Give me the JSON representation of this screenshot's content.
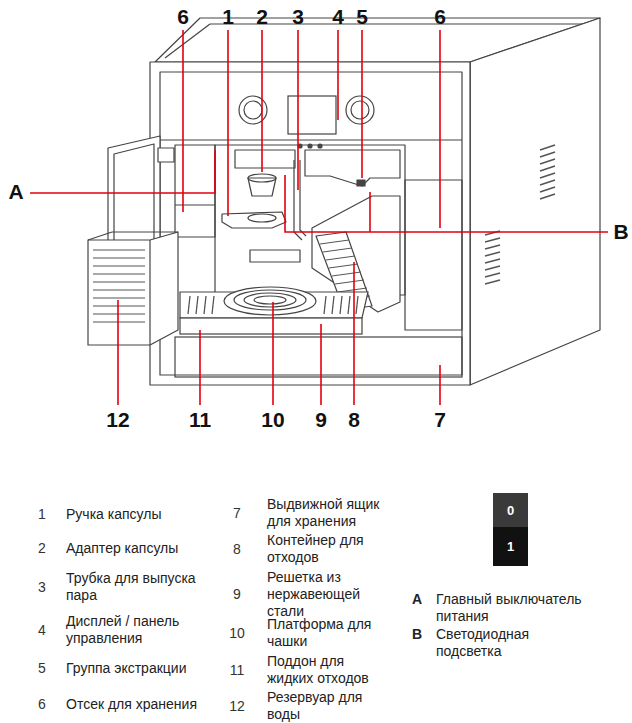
{
  "diagram": {
    "nodes": [
      {
        "text": [
          "0"
        ]
      },
      {
        "text": [
          "1"
        ]
      }
    ],
    "labels": [
      "6",
      "1",
      "2",
      "3",
      "4",
      "5",
      "6",
      "A",
      "B",
      "12",
      "11",
      "10",
      "9",
      "8",
      "7",
      "1",
      "Ручка капсулы",
      "7",
      "Выдвижной ящик для хранения",
      "2",
      "Адаптер капсулы",
      "8",
      "Контейнер для отходов",
      "3",
      "Трубка для выпуска пара",
      "9",
      "Решетка из нержавеющей стали",
      "4",
      "Дисплей / панель управления",
      "10",
      "Платформа для чашки",
      "5",
      "Группа экстракции",
      "11",
      "Поддон для жидких отходов",
      "6",
      "Отсек для хранения",
      "12",
      "Резервуар для воды",
      "A",
      "Главный выключатель питания",
      "B",
      "Светодиодная подсветка"
    ]
  }
}
